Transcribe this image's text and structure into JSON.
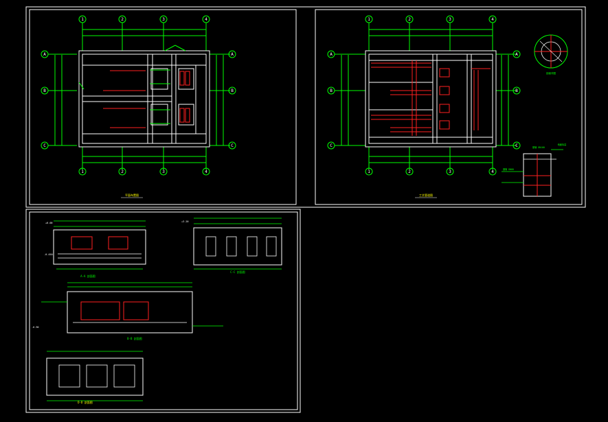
{
  "colors": {
    "background": "#000000",
    "frame": "#ffffff",
    "wall": "#ffffff",
    "dimension": "#00ff00",
    "pipe": "#ff2020",
    "text": "#ffffff",
    "accent_text": "#ffff00"
  },
  "axes": {
    "columns": [
      "1",
      "2",
      "3",
      "4"
    ],
    "rows": [
      "A",
      "B",
      "C"
    ]
  },
  "sheets": [
    {
      "id": "plan",
      "title": "平面布置图"
    },
    {
      "id": "piping",
      "title": "工艺管道图"
    },
    {
      "id": "sections",
      "title": ""
    }
  ],
  "detail": {
    "title": "剖面详图",
    "note_1": "钢管 DN100",
    "note_2": "钢管 DN80",
    "note_3": "地面标高"
  },
  "section_titles": {
    "a": "A-A 剖面图",
    "b": "B-B 剖面图",
    "c": "C-C 剖面图",
    "d": "D-D 剖面图"
  },
  "elevations": [
    "+0.00",
    "-0.450",
    "+3.20",
    "-0.90"
  ]
}
